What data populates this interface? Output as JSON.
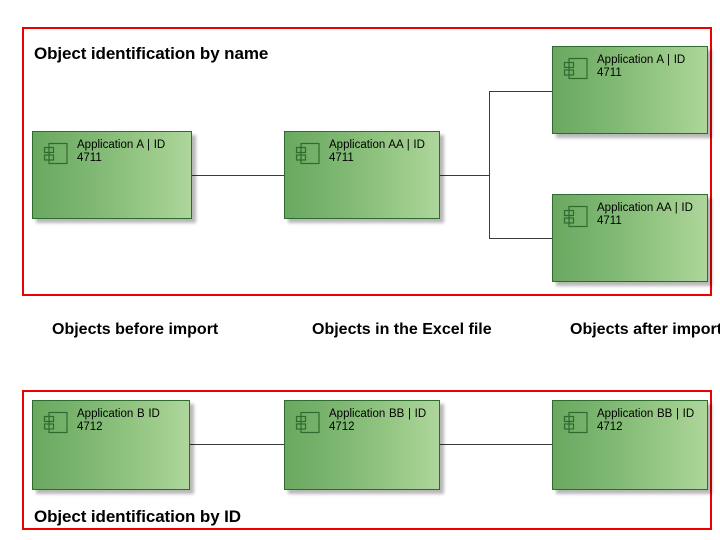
{
  "sections": {
    "top": {
      "title": "Object identification by name",
      "frame_color": "#ee0000"
    },
    "bottom": {
      "title": "Object identification by ID",
      "frame_color": "#ee0000"
    }
  },
  "captions": {
    "before": "Objects before import",
    "excel": "Objects in the Excel file",
    "after": "Objects after import"
  },
  "components": {
    "top_before": {
      "label": "Application A | ID 4711",
      "icon": "uml-component-icon"
    },
    "top_excel": {
      "label": "Application AA | ID 4711",
      "icon": "uml-component-icon"
    },
    "top_after_1": {
      "label": "Application A | ID 4711",
      "icon": "uml-component-icon"
    },
    "top_after_2": {
      "label": "Application AA | ID 4711",
      "icon": "uml-component-icon"
    },
    "bottom_before": {
      "label": "Application B  ID 4712",
      "icon": "uml-component-icon"
    },
    "bottom_excel": {
      "label": "Application BB | ID 4712",
      "icon": "uml-component-icon"
    },
    "bottom_after": {
      "label": "Application BB | ID 4712",
      "icon": "uml-component-icon"
    }
  },
  "colors": {
    "component_fill_dark": "#6aa860",
    "component_fill_light": "#aed69c",
    "component_border": "#2f6b2f",
    "connector": "#3b3b3b",
    "frame": "#ee0000",
    "text": "#000000"
  }
}
